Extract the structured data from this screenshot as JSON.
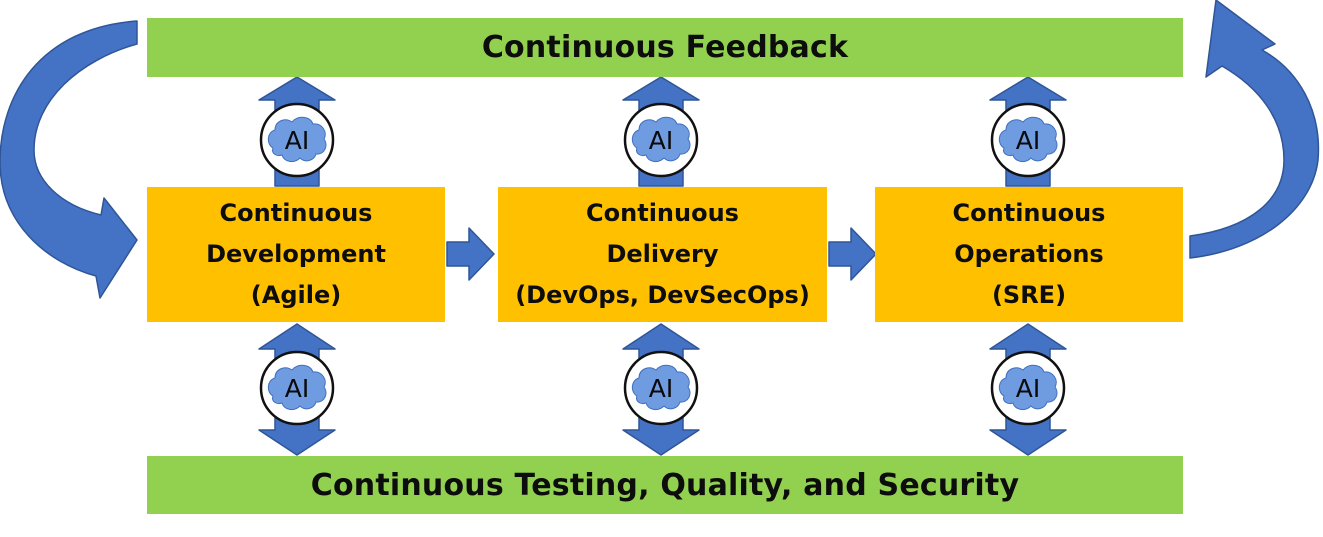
{
  "colors": {
    "bar_fill": "#92d050",
    "stage_fill": "#ffc000",
    "arrow_fill": "#4472c4",
    "arrow_stroke": "#2f5597",
    "brain_fill": "#6f9be0",
    "circle_fill": "#ffffff"
  },
  "top_bar": {
    "label": "Continuous Feedback"
  },
  "bottom_bar": {
    "label": "Continuous Testing, Quality, and Security"
  },
  "stages": [
    {
      "line1": "Continuous",
      "line2": "Development",
      "line3": "(Agile)"
    },
    {
      "line1": "Continuous",
      "line2": "Delivery",
      "line3": "(DevOps, DevSecOps)"
    },
    {
      "line1": "Continuous",
      "line2": "Operations",
      "line3": "(SRE)"
    }
  ],
  "ai_badge": {
    "label": "AI",
    "icon": "brain-icon"
  }
}
